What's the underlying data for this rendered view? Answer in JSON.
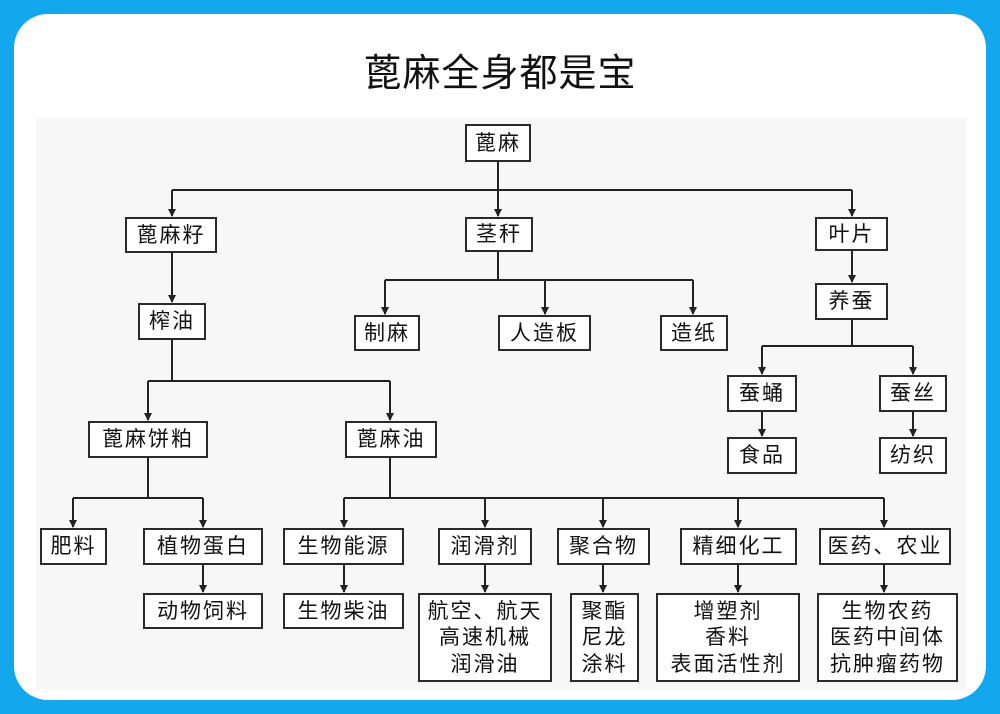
{
  "title": "蓖麻全身都是宝",
  "colors": {
    "background": "#13a7ee",
    "card": "#ffffff",
    "panel": "#f7f7f7",
    "line": "#222222"
  },
  "nodes": {
    "root": "蓖麻",
    "seed": "蓖麻籽",
    "stem": "茎秆",
    "leaf": "叶片",
    "press_oil": "榨油",
    "hemp": "制麻",
    "board": "人造板",
    "paper": "造纸",
    "silkworm": "养蚕",
    "cake": "蓖麻饼粕",
    "oil": "蓖麻油",
    "pupa": "蚕蛹",
    "silk": "蚕丝",
    "food": "食品",
    "textile": "纺织",
    "fertilizer": "肥料",
    "protein": "植物蛋白",
    "feed": "动物饲料",
    "bioenergy": "生物能源",
    "biodiesel": "生物柴油",
    "lubricant": "润滑剂",
    "lubricant_use": [
      "航空、航天",
      "高速机械",
      "润滑油"
    ],
    "polymer": "聚合物",
    "polymer_use": [
      "聚酯",
      "尼龙",
      "涂料"
    ],
    "chemical": "精细化工",
    "chemical_use": [
      "增塑剂",
      "香料",
      "表面活性剂"
    ],
    "medical": "医药、农业",
    "medical_use": [
      "生物农药",
      "医药中间体",
      "抗肿瘤药物"
    ]
  }
}
